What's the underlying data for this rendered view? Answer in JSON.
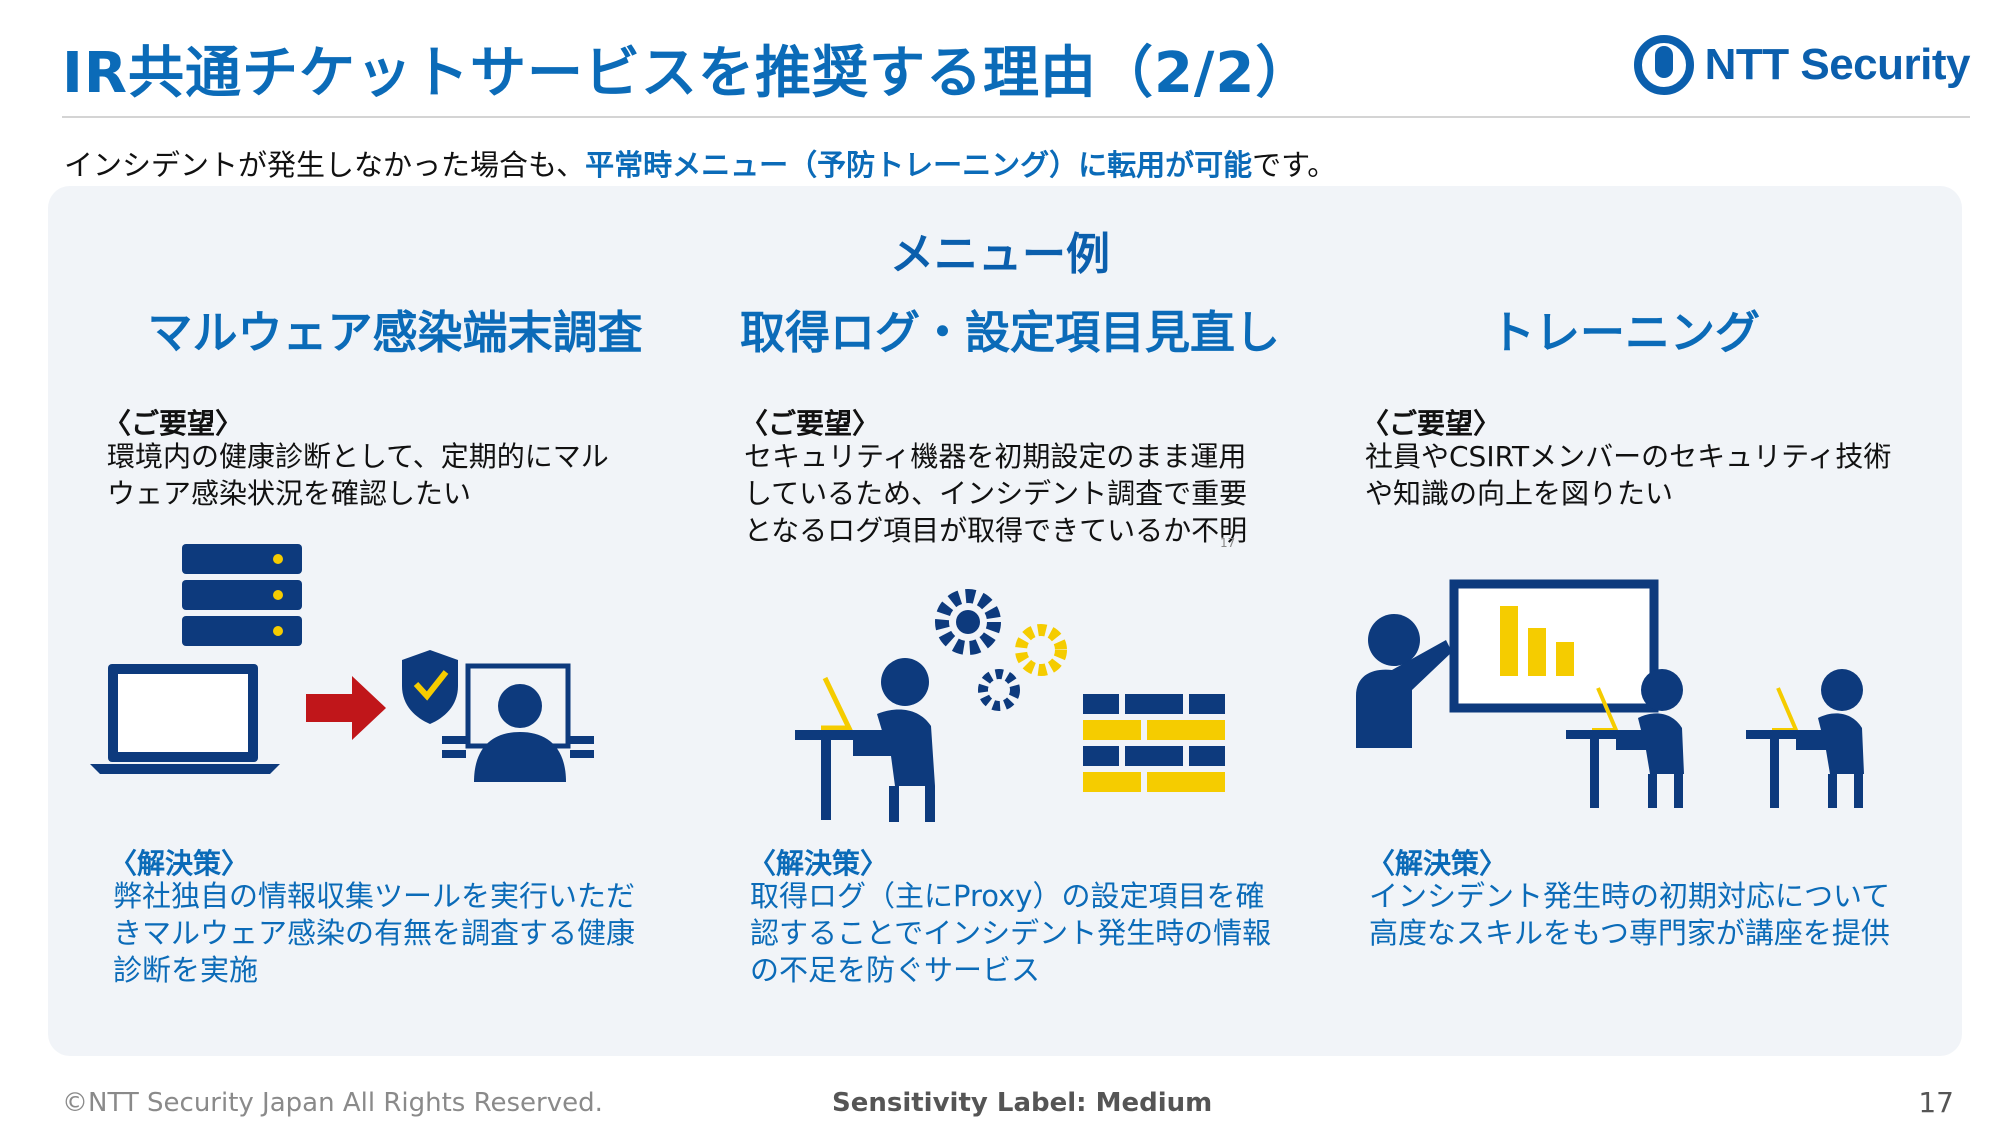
{
  "title": "IR共通チケットサービスを推奨する理由（2/2）",
  "logo": {
    "text": "NTT Security",
    "icon": "ntt-logo-icon"
  },
  "intro": {
    "before": "インシデントが発生しなかった場合も、",
    "highlight": "平常時メニュー（予防トレーニング）に転用が可能",
    "after": "です。"
  },
  "panel_title": "メニュー例",
  "columns": [
    {
      "heading": "マルウェア感染端末調査",
      "request_label": "〈ご要望〉",
      "request_text": "環境内の健康診断として、定期的にマルウェア感染状況を確認したい",
      "solution_label": "〈解決策〉",
      "solution_text": "弊社独自の情報収集ツールを実行いただきマルウェア感染の有無を調査する健康診断を実施"
    },
    {
      "heading": "取得ログ・設定項目見直し",
      "request_label": "〈ご要望〉",
      "request_text": "セキュリティ機器を初期設定のまま運用しているため、インシデント調査で重要となるログ項目が取得できているか不明",
      "solution_label": "〈解決策〉",
      "solution_text": "取得ログ（主にProxy）の設定項目を確認することでインシデント発生時の情報の不足を防ぐサービス"
    },
    {
      "heading": "トレーニング",
      "request_label": "〈ご要望〉",
      "request_text": "社員やCSIRTメンバーのセキュリティ技術や知識の向上を図りたい",
      "solution_label": "〈解決策〉",
      "solution_text": "インシデント発生時の初期対応について高度なスキルをもつ専門家が講座を提供"
    }
  ],
  "stray_mark": "17",
  "footer": {
    "copyright": "©NTT Security Japan All Rights Reserved.",
    "sensitivity": "Sensitivity Label: Medium",
    "page": "17"
  },
  "colors": {
    "navy": "#0d3a7d",
    "brand_blue": "#0b6bb8",
    "accent_yellow": "#f5cc00",
    "arrow_red": "#c0161a",
    "panel_bg": "#f1f4f8"
  }
}
